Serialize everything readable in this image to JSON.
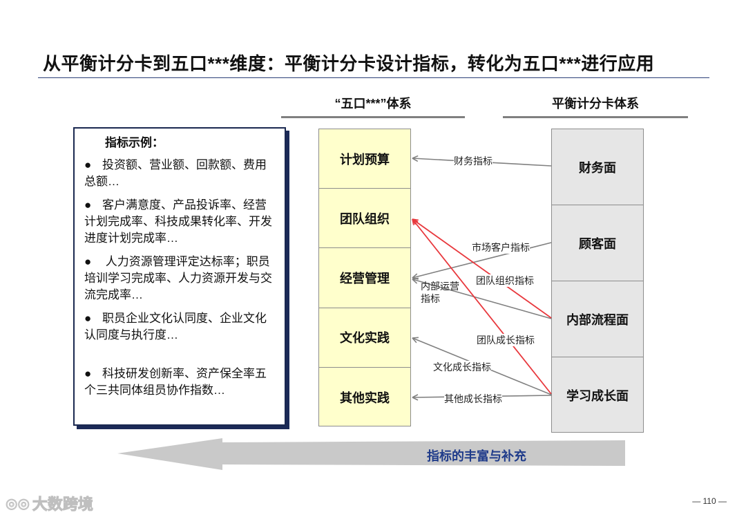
{
  "title": "从平衡计分卡到五口***维度：平衡计分卡设计指标，转化为五口***进行应用",
  "columns": {
    "left_header": "“五口***”体系",
    "right_header": "平衡计分卡体系"
  },
  "examples": {
    "heading": "指标示例：",
    "bullet": "●",
    "items": [
      "投资额、营业额、回款额、费用总额…",
      "客户满意度、产品投诉率、经营计划完成率、科技成果转化率、开发进度计划完成率…",
      " 人力资源管理评定达标率；职员培训学习完成率、人力资源开发与交流完成率…",
      "职员企业文化认同度、企业文化认同度与执行度…",
      "科技研发创新率、资产保全率五个三共同体组员协作指数…"
    ]
  },
  "five_mouths": [
    "计划预算",
    "团队组织",
    "经营管理",
    "文化实践",
    "其他实践"
  ],
  "bsc": [
    "财务面",
    "顾客面",
    "内部流程面",
    "学习成长面"
  ],
  "flows": [
    {
      "from": "财务面",
      "to": "计划预算",
      "label": "财务指标",
      "color": "#808080"
    },
    {
      "from": "顾客面",
      "to": "经营管理",
      "label": "市场客户指标",
      "color": "#808080"
    },
    {
      "from": "内部流程面",
      "to": "经营管理",
      "label": "内部运营指标",
      "color": "#808080"
    },
    {
      "from": "内部流程面",
      "to": "团队组织",
      "label": "团队组织指标",
      "color": "#e8383d"
    },
    {
      "from": "学习成长面",
      "to": "团队组织",
      "label": "团队成长指标",
      "color": "#e8383d"
    },
    {
      "from": "学习成长面",
      "to": "文化实践",
      "label": "文化成长指标",
      "color": "#808080"
    },
    {
      "from": "学习成长面",
      "to": "其他实践",
      "label": "其他成长指标",
      "color": "#808080"
    }
  ],
  "bottom_arrow": {
    "label": "指标的丰富与补充",
    "label_color": "#1f3b8a",
    "arrow_color": "#c8c8c8"
  },
  "page_number": "— 110 —",
  "watermark": "大数跨境"
}
